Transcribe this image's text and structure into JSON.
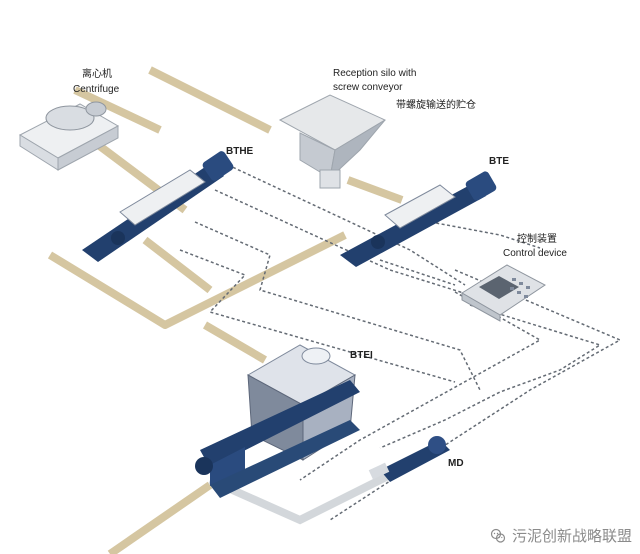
{
  "labels": {
    "centrifuge_cn": "离心机",
    "centrifuge_en": "Centrifuge",
    "silo_en_1": "Reception silo with",
    "silo_en_2": "screw conveyor",
    "silo_cn": "带螺旋输送的贮仓",
    "bthe": "BTHE",
    "bte": "BTE",
    "control_cn": "控制装置",
    "control_en": "Control device",
    "btei": "BTEI",
    "md": "MD"
  },
  "watermark": {
    "text": "污泥创新战略联盟",
    "icon": "wechat-icon"
  },
  "colors": {
    "pipe": "#d5c6a1",
    "water_pipe": "#d3d7db",
    "pump": "#22406e",
    "dashed": "#646b74",
    "hopper": "#7f8a9c"
  }
}
